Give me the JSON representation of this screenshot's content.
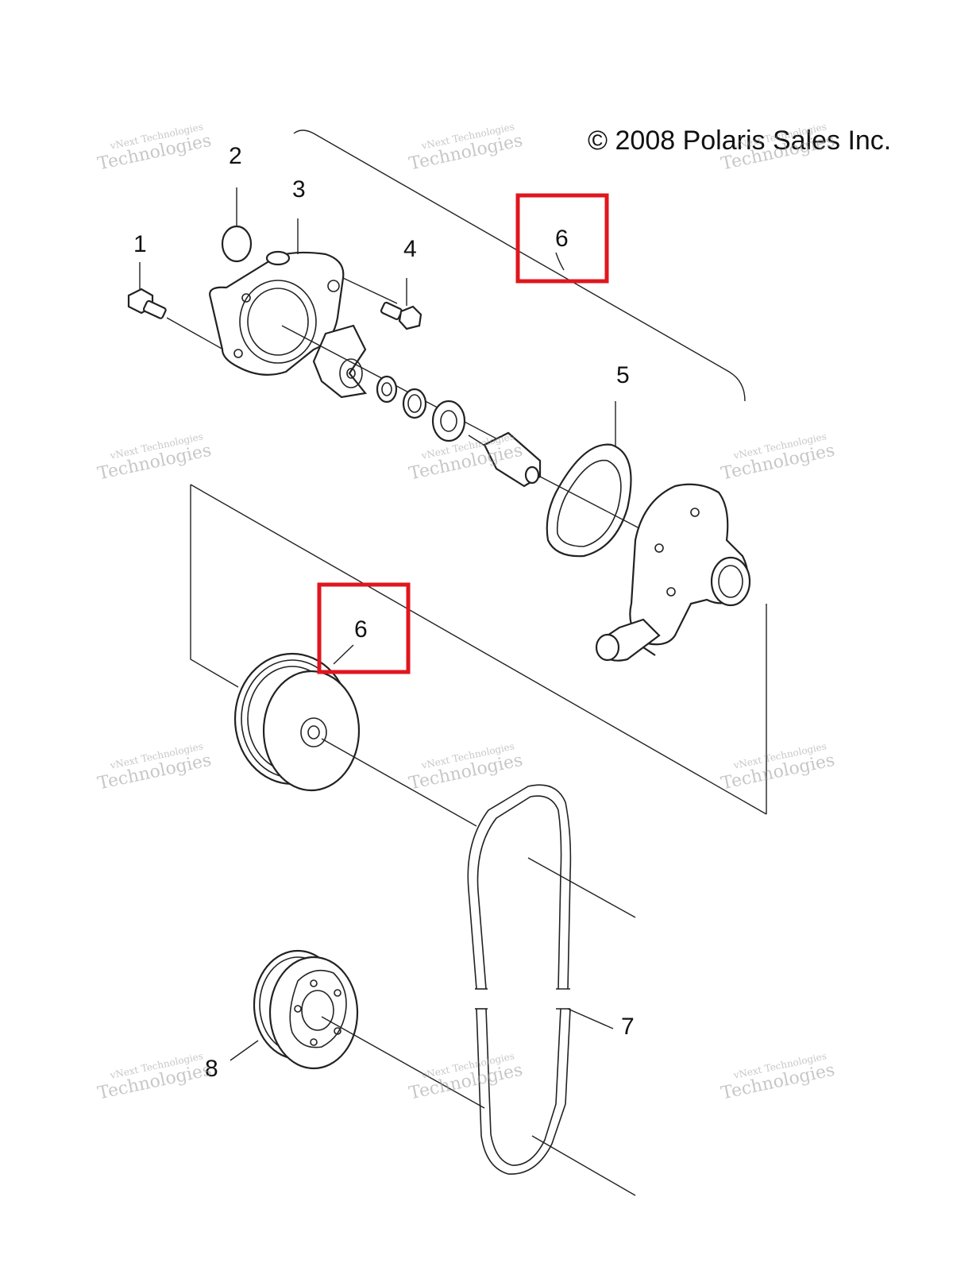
{
  "copyright": "© 2008 Polaris Sales Inc.",
  "watermark": {
    "brand": "vNext",
    "line1": "vNext Technologies",
    "line2": "Technologies"
  },
  "callouts": {
    "c1": "1",
    "c2": "2",
    "c3": "3",
    "c4": "4",
    "c5": "5",
    "c6_top": "6",
    "c6_mid": "6",
    "c7": "7",
    "c8": "8"
  },
  "colors": {
    "highlight": "#e0161e",
    "line": "#222222",
    "watermark": "#9a9a9a"
  }
}
